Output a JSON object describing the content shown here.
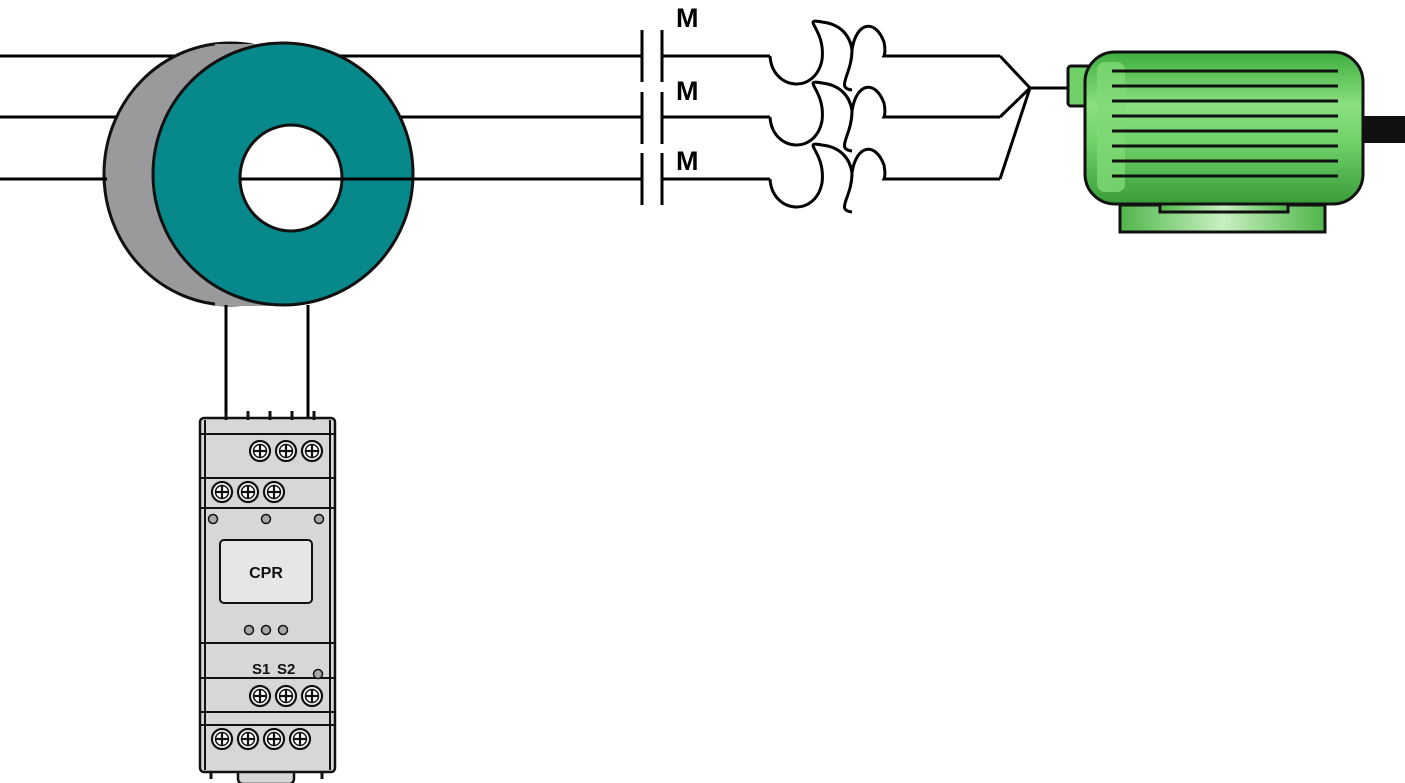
{
  "contactors": [
    {
      "label": "M"
    },
    {
      "label": "M"
    },
    {
      "label": "M"
    }
  ],
  "relay": {
    "display_label": "CPR",
    "terminal_s1": "S1",
    "terminal_s2": "S2"
  },
  "colors": {
    "ct_face": "#07888A",
    "ct_side": "#9A9A9C",
    "motor_green": "#6FD168",
    "motor_dark": "#1E7A28",
    "relay_body": "#D7D7D7",
    "wire": "#000000"
  },
  "icons": {
    "current_transformer": "toroid-ct-icon",
    "motor": "motor-icon",
    "relay": "relay-module-icon"
  }
}
